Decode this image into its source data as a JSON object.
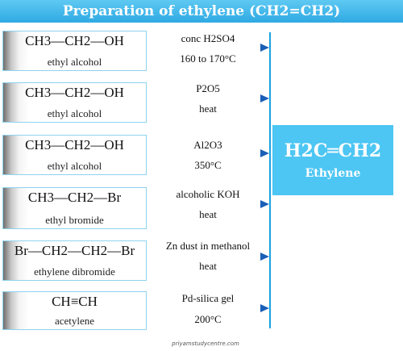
{
  "title": "Preparation of ethylene (CH2=CH2)",
  "reactions": [
    {
      "formula": "CH3—CH2—OH",
      "name": "ethyl alcohol",
      "condition_top": "conc H2SO4",
      "condition_bottom": "160 to 170°C"
    },
    {
      "formula": "CH3—CH2—OH",
      "name": "ethyl alcohol",
      "condition_top": "P2O5",
      "condition_bottom": "heat"
    },
    {
      "formula": "CH3—CH2—OH",
      "name": "ethyl alcohol",
      "condition_top": "Al2O3",
      "condition_bottom": "350°C"
    },
    {
      "formula": "CH3—CH2—Br",
      "name": "ethyl bromide",
      "condition_top": "alcoholic KOH",
      "condition_bottom": "heat"
    },
    {
      "formula": "Br—CH2—CH2—Br",
      "name": "ethylene dibromide",
      "condition_top": "Zn dust in methanol",
      "condition_bottom": "heat"
    },
    {
      "formula": "CH≡CH",
      "name": "acetylene",
      "condition_top": "Pd-silica gel",
      "condition_bottom": "200°C"
    }
  ],
  "product": {
    "formula": "H2C═CH2",
    "name": "Ethylene"
  },
  "website": "priyamstudycentre.com",
  "colors": {
    "accent": "#2fa9e3",
    "product_bg": "#4dc6f3",
    "arrow": "#1a6fc4"
  }
}
